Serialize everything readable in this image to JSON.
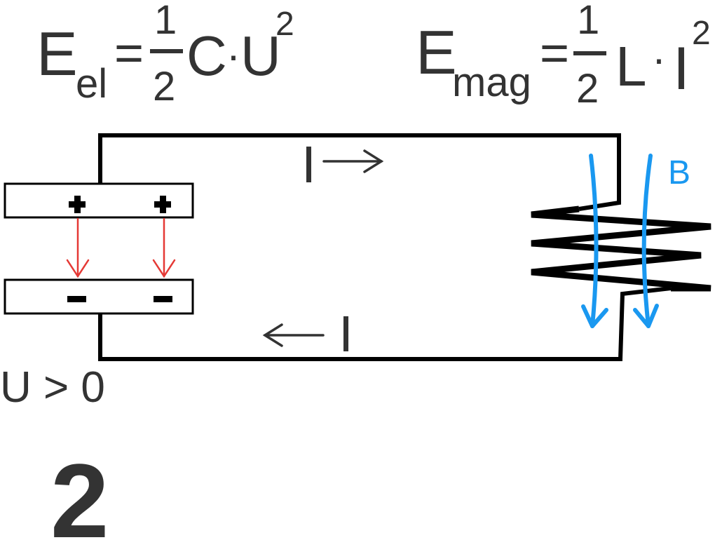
{
  "formulas": {
    "electric": {
      "symbol": "E",
      "subscript": "el",
      "equals": "=",
      "numerator": "1",
      "denominator": "2",
      "quantity": "C",
      "dot": "·",
      "variable": "U",
      "exponent": "2"
    },
    "magnetic": {
      "symbol": "E",
      "subscript": "mag",
      "equals": "=",
      "numerator": "1",
      "denominator": "2",
      "quantity": "L",
      "dot": "·",
      "variable": "I",
      "exponent": "2"
    }
  },
  "circuit": {
    "current_top_label": "I",
    "current_bottom_label": "I",
    "capacitor": {
      "top_plate_charges": [
        "+",
        "+"
      ],
      "bottom_plate_charges": [
        "−",
        "−"
      ]
    },
    "field_label": "B",
    "voltage_condition": "U > 0"
  },
  "figure_number": "2",
  "colors": {
    "text": "#333333",
    "wire": "#000000",
    "electric_field": "#e53935",
    "magnetic_field": "#1a98f0"
  }
}
